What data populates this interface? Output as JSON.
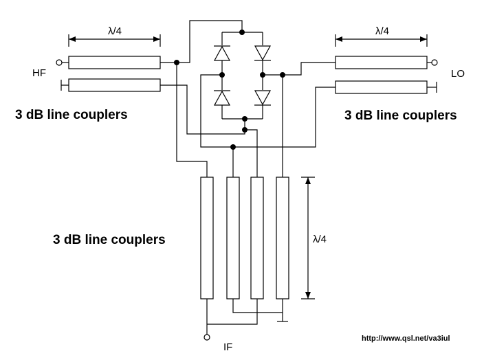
{
  "ports": {
    "hf": "HF",
    "lo": "LO",
    "if": "IF"
  },
  "coupler_labels": {
    "left": "3 dB line couplers",
    "right": "3 dB line couplers",
    "bottom": "3 dB line couplers"
  },
  "dimensions": {
    "left": "λ/4",
    "right": "λ/4",
    "bottom": "λ/4"
  },
  "source_url": "http://www.qsl.net/va3iul"
}
